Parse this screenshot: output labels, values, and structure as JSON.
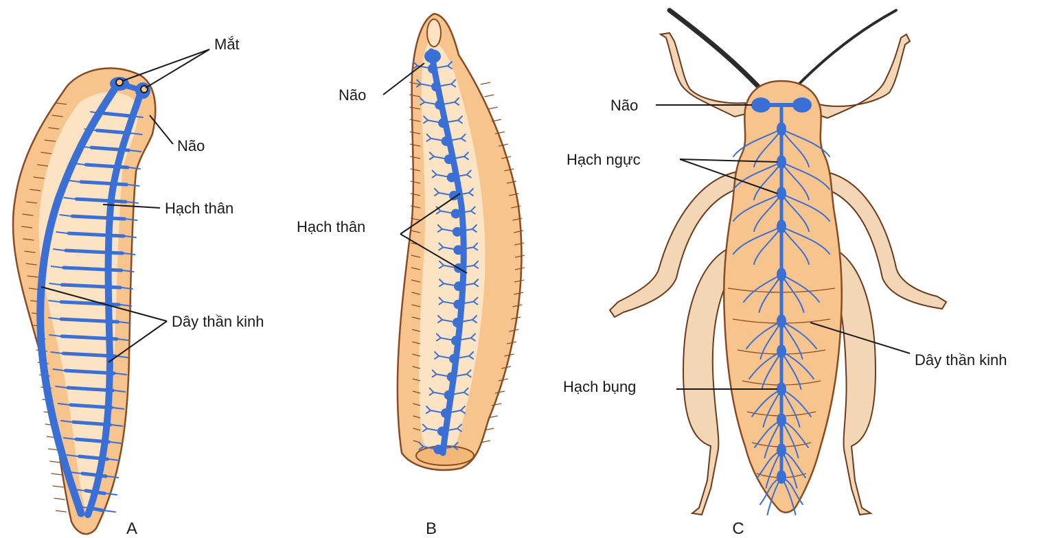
{
  "panels": {
    "A": {
      "caption": "A",
      "labels": {
        "eye": "Mắt",
        "brain": "Não",
        "body_ganglia": "Hạch thân",
        "nerve_cords": "Dây thần kinh"
      }
    },
    "B": {
      "caption": "B",
      "labels": {
        "brain": "Não",
        "body_ganglia": "Hạch thân"
      }
    },
    "C": {
      "caption": "C",
      "labels": {
        "brain": "Não",
        "thoracic_ganglia": "Hạch ngực",
        "abdominal_ganglia": "Hạch bụng",
        "nerve_cords": "Dây thần kinh"
      }
    }
  },
  "colors": {
    "body": "#f6c48c",
    "outline": "#8a4a22",
    "nerve": "#3a6fd6"
  }
}
